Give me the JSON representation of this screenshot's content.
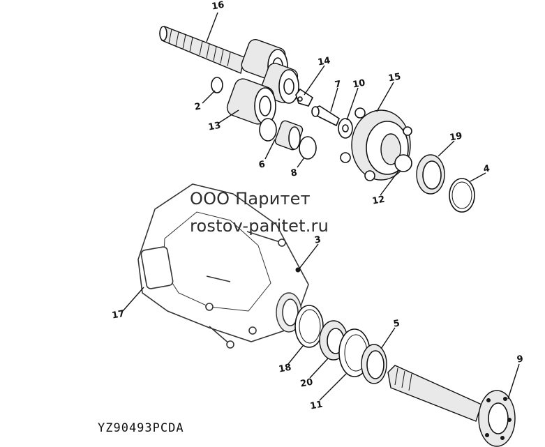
{
  "watermark": {
    "company": "ООО Паритет",
    "website": "rostov-paritet.ru"
  },
  "drawing_code": "YZ90493PCDA",
  "callouts": [
    "16",
    "14",
    "7",
    "10",
    "15",
    "2",
    "13",
    "19",
    "6",
    "8",
    "4",
    "12",
    "3",
    "17",
    "5",
    "18",
    "20",
    "11",
    "9"
  ]
}
